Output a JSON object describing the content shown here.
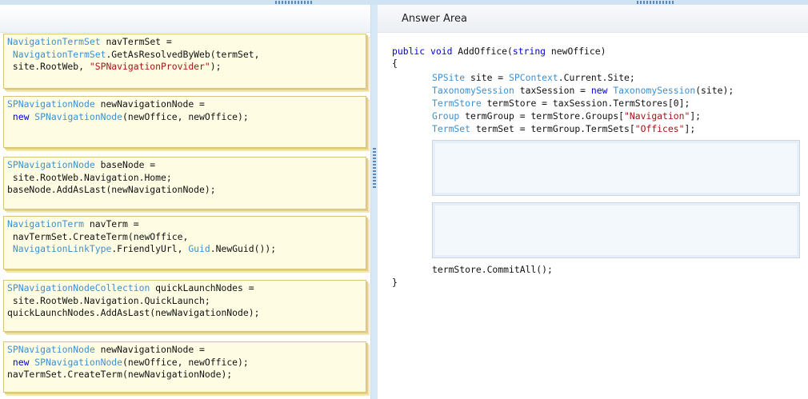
{
  "left_panel": {
    "tiles": [
      {
        "lines": [
          [
            {
              "t": "NavigationTermSet",
              "c": "ty"
            },
            {
              "t": " navTermSet ="
            }
          ],
          [
            {
              "t": " "
            },
            {
              "t": "NavigationTermSet",
              "c": "ty"
            },
            {
              "t": ".GetAsResolvedByWeb(termSet,"
            }
          ],
          [
            {
              "t": " site.RootWeb, "
            },
            {
              "t": "\"SPNavigationProvider\"",
              "c": "st"
            },
            {
              "t": ");"
            }
          ]
        ]
      },
      {
        "lines": [
          [
            {
              "t": "SPNavigationNode",
              "c": "ty"
            },
            {
              "t": " newNavigationNode ="
            }
          ],
          [
            {
              "t": " "
            },
            {
              "t": "new",
              "c": "kw"
            },
            {
              "t": " "
            },
            {
              "t": "SPNavigationNode",
              "c": "ty"
            },
            {
              "t": "(newOffice, newOffice);"
            }
          ]
        ]
      },
      {
        "lines": [
          [
            {
              "t": "SPNavigationNode",
              "c": "ty"
            },
            {
              "t": " baseNode ="
            }
          ],
          [
            {
              "t": " site.RootWeb.Navigation.Home;"
            }
          ],
          [
            {
              "t": "baseNode.AddAsLast(newNavigationNode);"
            }
          ]
        ]
      },
      {
        "lines": [
          [
            {
              "t": "NavigationTerm",
              "c": "ty"
            },
            {
              "t": " navTerm ="
            }
          ],
          [
            {
              "t": " navTermSet.CreateTerm(newOffice,"
            }
          ],
          [
            {
              "t": " "
            },
            {
              "t": "NavigationLinkType",
              "c": "ty"
            },
            {
              "t": ".FriendlyUrl, "
            },
            {
              "t": "Guid",
              "c": "ty"
            },
            {
              "t": ".NewGuid());"
            }
          ]
        ]
      },
      {
        "lines": [
          [
            {
              "t": "SPNavigationNodeCollection",
              "c": "ty"
            },
            {
              "t": " quickLaunchNodes ="
            }
          ],
          [
            {
              "t": " site.RootWeb.Navigation.QuickLaunch;"
            }
          ],
          [
            {
              "t": "quickLaunchNodes.AddAsLast(newNavigationNode);"
            }
          ]
        ]
      },
      {
        "lines": [
          [
            {
              "t": "SPNavigationNode",
              "c": "ty"
            },
            {
              "t": " newNavigationNode ="
            }
          ],
          [
            {
              "t": " "
            },
            {
              "t": "new",
              "c": "kw"
            },
            {
              "t": " "
            },
            {
              "t": "SPNavigationNode",
              "c": "ty"
            },
            {
              "t": "(newOffice, newOffice);"
            }
          ],
          [
            {
              "t": "navTermSet.CreateTerm(newNavigationNode);"
            }
          ]
        ]
      }
    ]
  },
  "answer_area": {
    "title": "Answer Area",
    "code": [
      [
        {
          "t": "public",
          "c": "kw"
        },
        {
          "t": " "
        },
        {
          "t": "void",
          "c": "kw"
        },
        {
          "t": " AddOffice("
        },
        {
          "t": "string",
          "c": "kw"
        },
        {
          "t": " newOffice)"
        }
      ],
      [
        {
          "t": "{"
        }
      ],
      [
        {
          "t": "SPSite",
          "c": "ty"
        },
        {
          "t": " site = "
        },
        {
          "t": "SPContext",
          "c": "ty"
        },
        {
          "t": ".Current.Site;"
        }
      ],
      [
        {
          "t": "TaxonomySession",
          "c": "ty"
        },
        {
          "t": " taxSession = "
        },
        {
          "t": "new",
          "c": "kw"
        },
        {
          "t": " "
        },
        {
          "t": "TaxonomySession",
          "c": "ty"
        },
        {
          "t": "(site);"
        }
      ],
      [
        {
          "t": "TermStore",
          "c": "ty"
        },
        {
          "t": " termStore = taxSession.TermStores[0];"
        }
      ],
      [
        {
          "t": "Group",
          "c": "ty"
        },
        {
          "t": " termGroup = termStore.Groups["
        },
        {
          "t": "\"Navigation\"",
          "c": "st"
        },
        {
          "t": "];"
        }
      ],
      [
        {
          "t": "TermSet",
          "c": "ty"
        },
        {
          "t": " termSet = termGroup.TermSets["
        },
        {
          "t": "\"Offices\"",
          "c": "st"
        },
        {
          "t": "];"
        }
      ],
      [
        {
          "t": "termStore.CommitAll();"
        }
      ],
      [
        {
          "t": "}"
        }
      ]
    ],
    "drop_targets": 2
  },
  "colors": {
    "keyword": "#0000dd",
    "type": "#3d8fd1",
    "string": "#a31515",
    "tile_bg": "#fefde4",
    "tile_border": "#d9c37a"
  }
}
